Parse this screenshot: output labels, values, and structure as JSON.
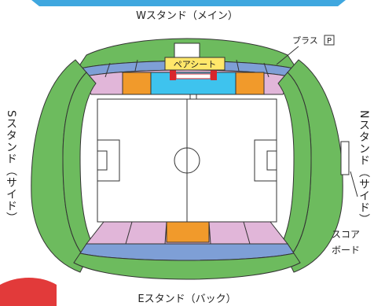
{
  "stands": {
    "west": "Wスタンド（メイン）",
    "east": "Eスタンド（バック）",
    "south": "Sスタンド（サイド）",
    "north": "Nスタンド（サイド）"
  },
  "labels": {
    "pair_seat": "ペアシート",
    "plus": "プラス",
    "plus_badge": "P",
    "scoreboard_line1": "スコア",
    "scoreboard_line2": "ボード"
  },
  "colors": {
    "outer_stand": "#6dbb5e",
    "inner_stand": "#6dbb5e",
    "upper_tier": "#7e9fd6",
    "lower_seat": "#e1b6d9",
    "premium_seat": "#f19a2b",
    "box_seat": "#3ec3ee",
    "pitch": "#ffffff",
    "pair_seat_label": "#ffe76a",
    "pair_seat_marker": "#d8262d",
    "line": "#333333",
    "banner": "#3fa7df",
    "corner_badge": "#e23a3a"
  }
}
